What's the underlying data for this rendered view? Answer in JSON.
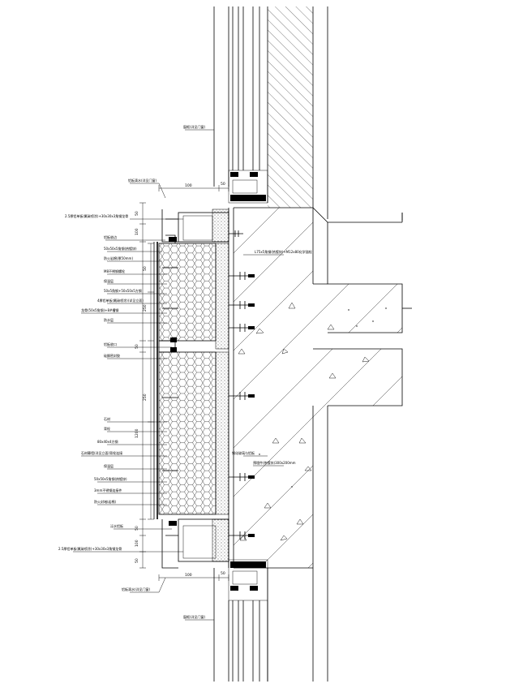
{
  "labels": {
    "window_top": "窗框(详见门窗)",
    "window_bottom": "窗框(详见门窗)",
    "drip_top": "铝板滴水(详见门窗)",
    "drip_bottom": "铝板滴水(详见门窗)",
    "left_1": "2.5厚铝单板(氟碳喷涂)+30x30x3角钢龙骨",
    "left_2": "铝板收边",
    "left_3": "50x50x5角钢(热镀锌)",
    "left_4": "防火岩棉(厚50mm)",
    "left_5": "M8不锈钢螺栓",
    "left_6": "保温层",
    "left_7": "50x5角钢+50x50x5方钢",
    "left_8": "4厚铝单板(氟碳喷涂)(详见立面)",
    "left_9": "防水层",
    "left_10": "铝板收口",
    "left_11": "硅酮密封胶",
    "left_12": "石材",
    "left_13": "背栓",
    "left_14": "龙骨(50x5角钢)+8#槽钢",
    "left_15": "石材幕墙(详见立面)背栓连接",
    "left_16": "80x40x4方钢",
    "left_17": "3mm不锈钢连接件",
    "left_18": "防火封堵(岩棉)",
    "left_19": "泛水铝板",
    "left_20": "2.5厚铝单板(氟碳喷涂)+30x30x3角钢龙骨",
    "right_1": "L75x5角钢(热镀锌)+M12x80化学锚栓",
    "right_2": "钢化玻璃与铝板",
    "right_3": "预埋件(热镀锌)300x200mm"
  },
  "dimensions": {
    "top_width": "100",
    "top_small": "50",
    "bottom_width": "100",
    "bottom_small": "50",
    "v1": "50",
    "v2": "100",
    "v3": "50",
    "v4": "250",
    "v5": "50",
    "v6": "250",
    "v7": "1200",
    "v8": "50",
    "v9": "100",
    "v10": "50"
  },
  "colors": {
    "line": "#000000",
    "background": "#ffffff"
  }
}
